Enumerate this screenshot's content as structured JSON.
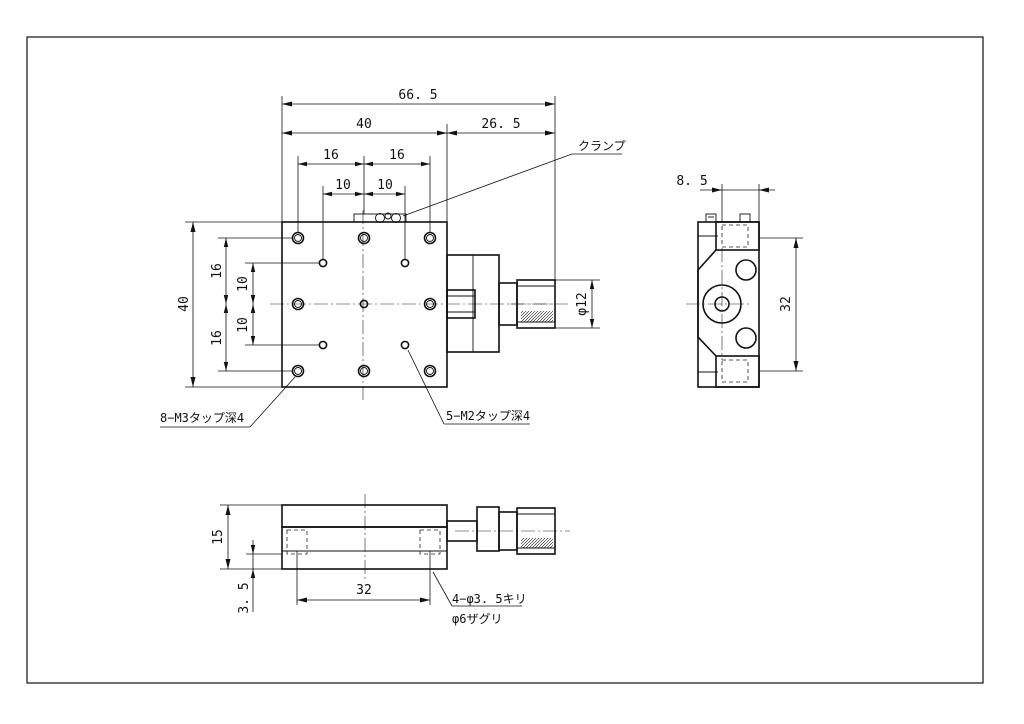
{
  "dimensions": {
    "overall_length": "66. 5",
    "stage_width": "40",
    "knob_extension": "26. 5",
    "hole_pitch_m3_left": "16",
    "hole_pitch_m3_right": "16",
    "hole_pitch_m2_left": "10",
    "hole_pitch_m2_right": "10",
    "stage_depth": "40",
    "pitch_upper": "16",
    "pitch_lower": "16",
    "m2_pitch_upper": "10",
    "m2_pitch_lower": "10",
    "knob_diameter": "φ12",
    "side_offset": "8. 5",
    "side_height": "32",
    "front_height": "15",
    "front_bottom": "3. 5",
    "counterbore_pitch": "32"
  },
  "callouts": {
    "clamp": "クランプ",
    "m3_taps": "8−M3タップ深4",
    "m2_taps": "5−M2タップ深4",
    "through_holes": "4−φ3. 5キリ",
    "counterbore": "φ6ザグリ"
  }
}
